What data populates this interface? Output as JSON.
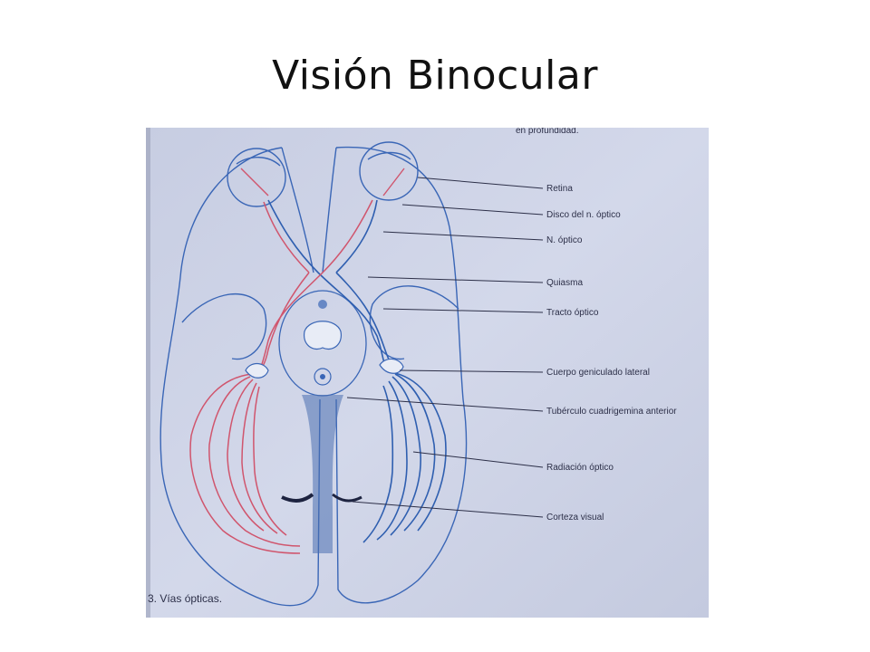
{
  "slide": {
    "title": "Visión Binocular"
  },
  "figure": {
    "top_partial_text": "en profundidad.",
    "caption": "3. Vías ópticas.",
    "labels": [
      "Retina",
      "Disco del n. óptico",
      "N. óptico",
      "Quiasma",
      "Tracto óptico",
      "Cuerpo geniculado lateral",
      "Tubérculo cuadrigemina anterior",
      "Radiación óptico",
      "Corteza visual"
    ]
  },
  "colors": {
    "paper": "#cfd4e6",
    "blue_ink": "#2f5fb0",
    "red_ink": "#d0556d",
    "dark_ink": "#2c2f48"
  }
}
